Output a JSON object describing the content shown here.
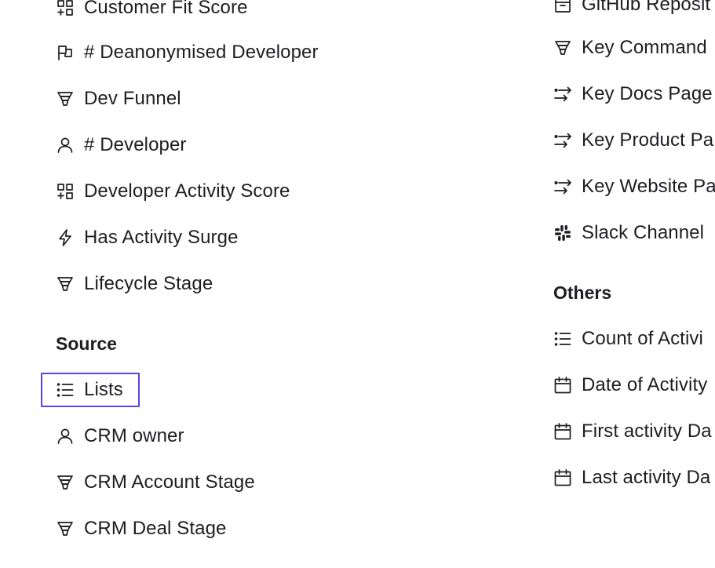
{
  "left_column": {
    "items_top": [
      {
        "label": "Customer Fit Score",
        "icon": "grid-plus-icon"
      },
      {
        "label": "# Deanonymised Developer",
        "icon": "flag-icon"
      },
      {
        "label": "Dev Funnel",
        "icon": "funnel-icon"
      },
      {
        "label": "# Developer",
        "icon": "user-icon"
      },
      {
        "label": "Developer Activity Score",
        "icon": "grid-plus-icon"
      },
      {
        "label": "Has Activity Surge",
        "icon": "lightning-icon"
      },
      {
        "label": "Lifecycle Stage",
        "icon": "funnel-icon"
      }
    ],
    "source_section": {
      "title": "Source",
      "items": [
        {
          "label": "Lists",
          "icon": "list-icon",
          "highlighted": true
        },
        {
          "label": "CRM owner",
          "icon": "user-icon"
        },
        {
          "label": "CRM Account Stage",
          "icon": "funnel-icon"
        },
        {
          "label": "CRM Deal Stage",
          "icon": "funnel-icon"
        }
      ]
    }
  },
  "right_column": {
    "items_top": [
      {
        "label": "GitHub Reposit",
        "icon": "box-icon"
      },
      {
        "label": "Key Command",
        "icon": "funnel-icon"
      },
      {
        "label": "Key Docs Page",
        "icon": "arrows-split-icon"
      },
      {
        "label": "Key Product Pa",
        "icon": "arrows-split-icon"
      },
      {
        "label": "Key Website Pa",
        "icon": "arrows-split-icon"
      },
      {
        "label": "Slack Channel",
        "icon": "slack-icon"
      }
    ],
    "others_section": {
      "title": "Others",
      "items": [
        {
          "label": "Count of Activi",
          "icon": "list-icon"
        },
        {
          "label": "Date of Activity",
          "icon": "calendar-icon"
        },
        {
          "label": "First activity Da",
          "icon": "calendar-icon"
        },
        {
          "label": "Last activity Da",
          "icon": "calendar-icon"
        }
      ]
    }
  },
  "colors": {
    "text": "#1f1d22",
    "highlight_border": "#5b44e0",
    "background": "#ffffff"
  }
}
